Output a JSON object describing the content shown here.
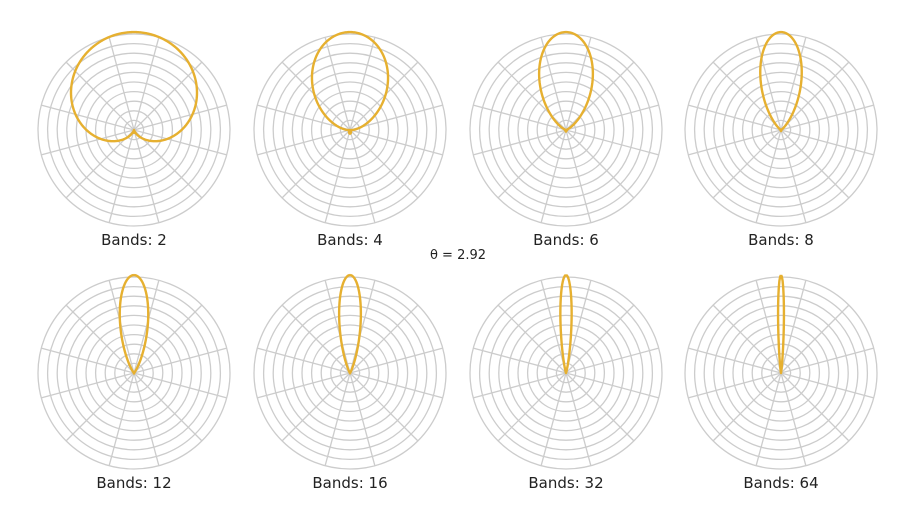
{
  "theta_label": "θ = 2.92",
  "style": {
    "grid_color": "#cccccc",
    "curve_color": "#e6b030",
    "background": "#ffffff"
  },
  "chart_data": [
    {
      "type": "polar",
      "title": "Bands: 2",
      "bands": 2,
      "rings": 10,
      "spokes": 12
    },
    {
      "type": "polar",
      "title": "Bands: 4",
      "bands": 4,
      "rings": 10,
      "spokes": 12
    },
    {
      "type": "polar",
      "title": "Bands: 6",
      "bands": 6,
      "rings": 10,
      "spokes": 12
    },
    {
      "type": "polar",
      "title": "Bands: 8",
      "bands": 8,
      "rings": 10,
      "spokes": 12
    },
    {
      "type": "polar",
      "title": "Bands: 12",
      "bands": 12,
      "rings": 10,
      "spokes": 12
    },
    {
      "type": "polar",
      "title": "Bands: 16",
      "bands": 16,
      "rings": 10,
      "spokes": 12
    },
    {
      "type": "polar",
      "title": "Bands: 32",
      "bands": 32,
      "rings": 10,
      "spokes": 12
    },
    {
      "type": "polar",
      "title": "Bands: 64",
      "bands": 64,
      "rings": 10,
      "spokes": 12
    }
  ]
}
